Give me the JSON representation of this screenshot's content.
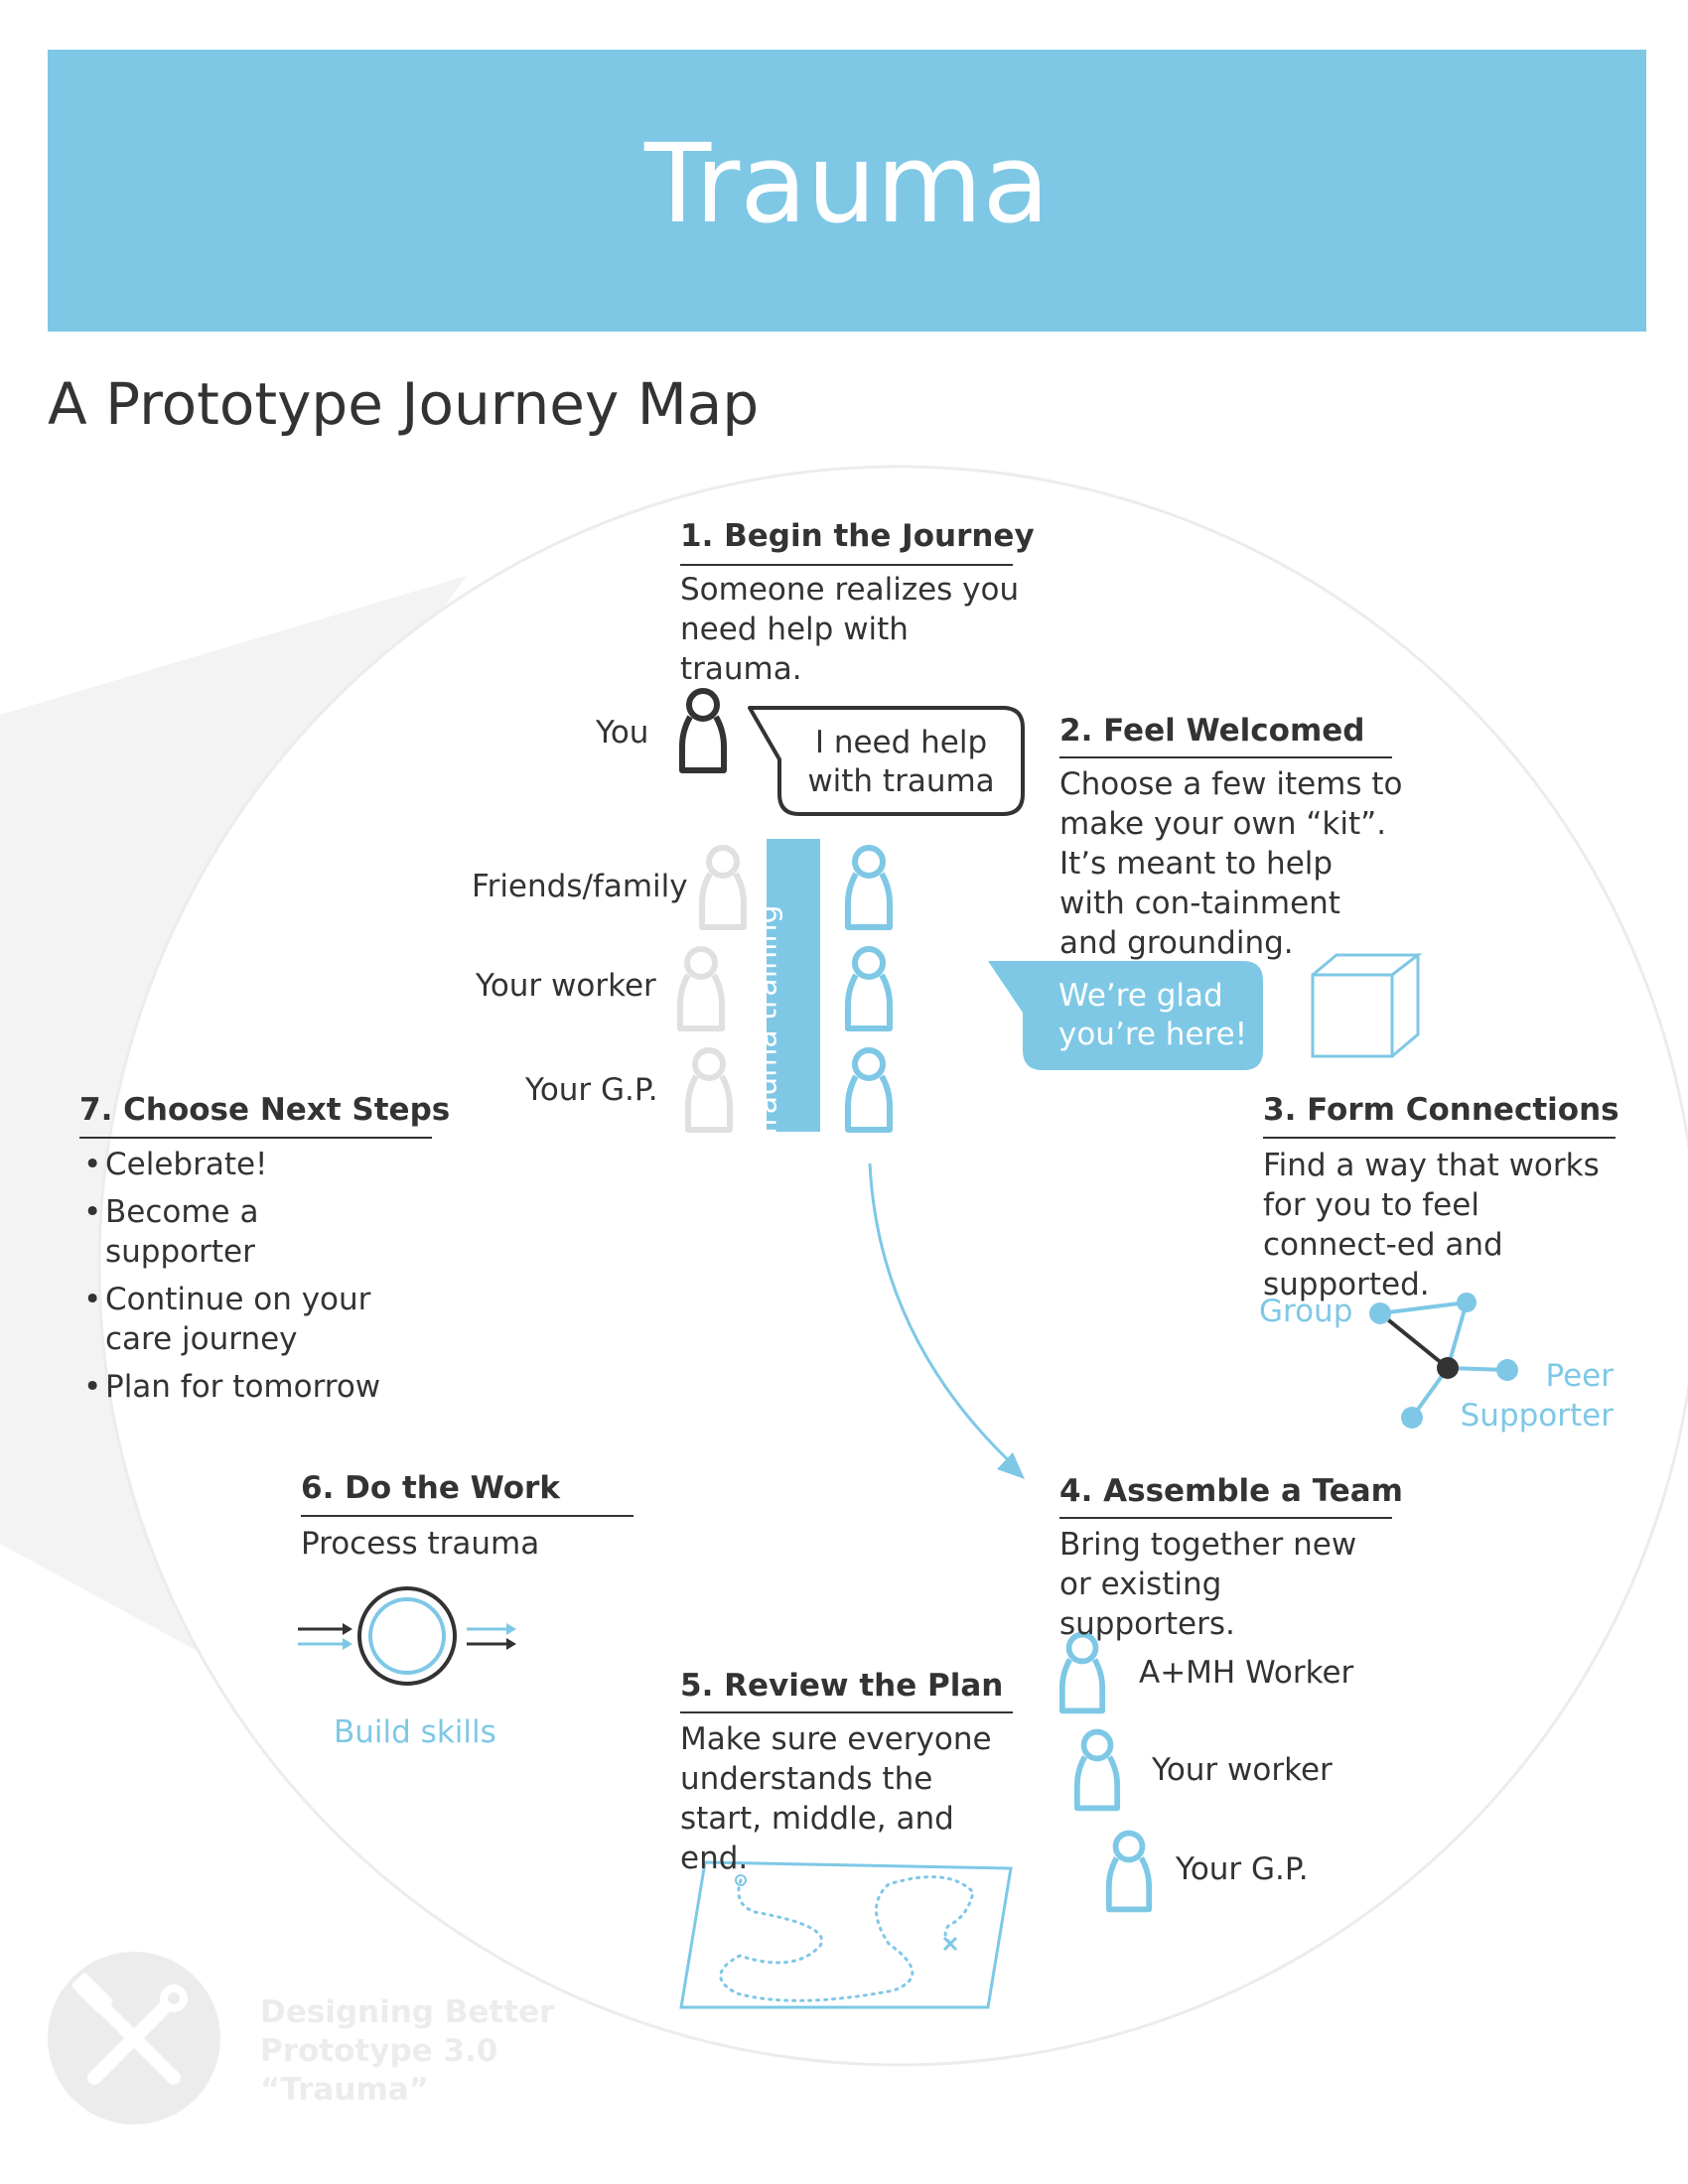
{
  "header": {
    "title": "Trauma",
    "subtitle": "A Prototype Journey Map"
  },
  "steps": {
    "begin": {
      "title": "1. Begin the Journey",
      "description": "Someone realizes you need help with trauma."
    },
    "welcomed": {
      "title": "2. Feel Welcomed",
      "description": "Choose a few items to make your own “kit”. It’s meant to help with con-tainment and grounding."
    },
    "connections": {
      "title": "3. Form Connections",
      "description": "Find a way that works for you to feel connect-ed and supported."
    },
    "team": {
      "title": "4. Assemble a Team",
      "description": "Bring together new or existing supporters."
    },
    "review": {
      "title": "5. Review the Plan",
      "description": "Make sure everyone understands the start, middle, and end."
    },
    "work": {
      "title": "6. Do the Work",
      "description": "Process trauma"
    },
    "next": {
      "title": "7. Choose Next Steps",
      "items": [
        "Celebrate!",
        "Become a supporter",
        "Continue on your care journey",
        "Plan for tomorrow"
      ]
    }
  },
  "people": {
    "you": "You",
    "friends": "Friends/family",
    "worker": "Your worker",
    "gp": "Your G.P."
  },
  "bubbles": {
    "need_help": "I need help with trauma",
    "glad": "We’re glad you’re here!"
  },
  "training_label": "Trauma training",
  "network": {
    "group": "Group",
    "peer": "Peer Supporter"
  },
  "team_members": [
    "A+MH Worker",
    "Your worker",
    "Your G.P."
  ],
  "build_skills": "Build skills",
  "footer": {
    "line1": "Designing Better",
    "line2": "Prototype 3.0",
    "line3": "“Trauma”"
  },
  "colors": {
    "accent": "#7ec8e6",
    "dark": "#333333",
    "faded": "#d9d9d9"
  },
  "icons": [
    "person-icon",
    "speech-bubble-icon",
    "cube-icon",
    "network-icon",
    "cycle-icon",
    "map-icon",
    "tools-logo-icon"
  ]
}
